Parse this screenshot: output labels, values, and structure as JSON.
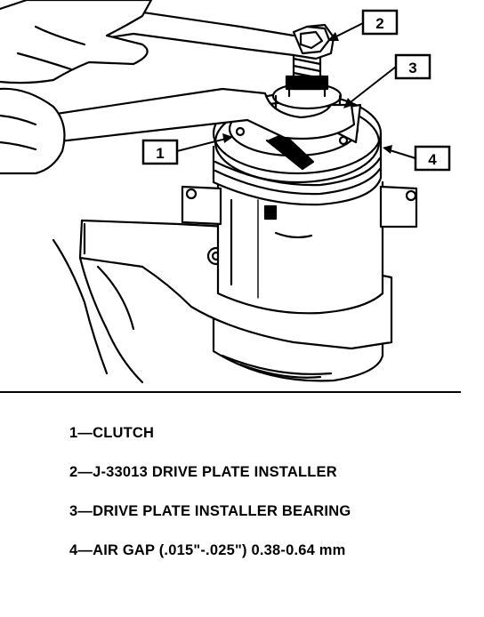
{
  "callouts": [
    {
      "number": "1"
    },
    {
      "number": "2"
    },
    {
      "number": "3"
    },
    {
      "number": "4"
    }
  ],
  "legend": [
    {
      "text": "1—CLUTCH"
    },
    {
      "text": "2—J-33013 DRIVE PLATE INSTALLER"
    },
    {
      "text": "3—DRIVE PLATE INSTALLER BEARING"
    },
    {
      "text": "4—AIR GAP (.015\"-.025\") 0.38-0.64 mm"
    }
  ]
}
